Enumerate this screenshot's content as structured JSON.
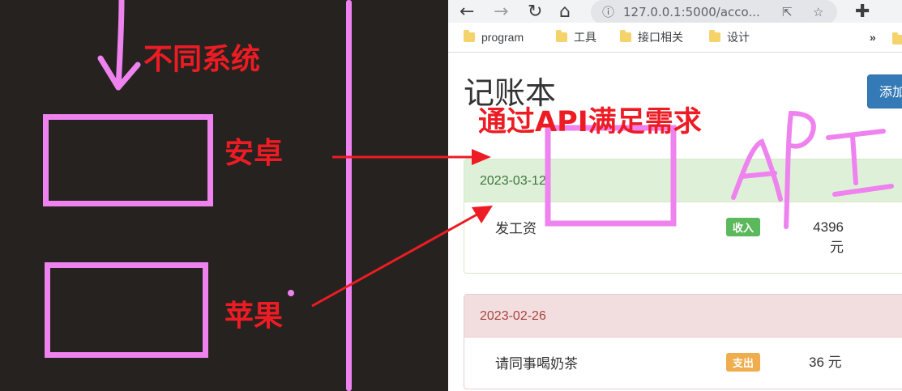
{
  "annotations": {
    "different_systems": "不同系统",
    "android": "安卓",
    "apple": "苹果",
    "api_meets_needs": "通过API满足需求",
    "api_scribble": "API"
  },
  "browser": {
    "url": "127.0.0.1:5000/acco...",
    "bookmarks": [
      "program",
      "工具",
      "接口相关",
      "设计"
    ],
    "more": "»"
  },
  "page": {
    "title": "记账本",
    "add_button": "添加",
    "groups": [
      {
        "date": "2023-03-12",
        "type": "income",
        "items": [
          {
            "title": "发工资",
            "badge": "收入",
            "amount": "4396",
            "unit": "元"
          }
        ]
      },
      {
        "date": "2023-02-26",
        "type": "expense",
        "items": [
          {
            "title": "请同事喝奶茶",
            "badge": "支出",
            "amount": "36 元",
            "unit": ""
          }
        ]
      }
    ]
  },
  "colors": {
    "annotation_red": "#ed1c24",
    "annotation_pink": "#ee82ee",
    "panel_dark": "#26221f"
  }
}
